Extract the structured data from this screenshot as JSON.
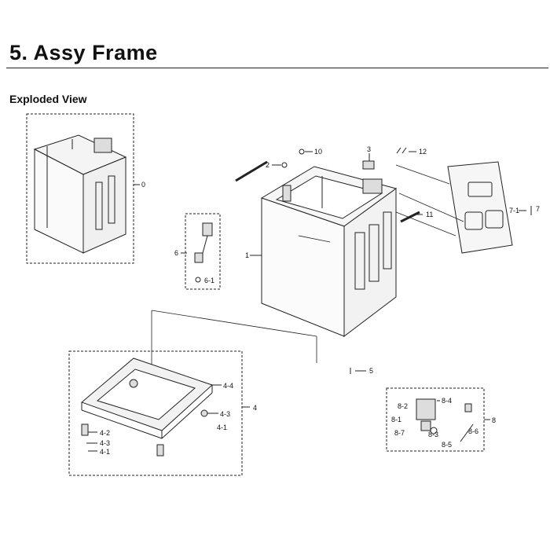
{
  "header": {
    "title": "5.  Assy Frame",
    "subtitle": "Exploded View"
  },
  "callouts": {
    "c0": "0",
    "c1": "1",
    "c2": "2",
    "c3": "3",
    "c4": "4",
    "c4_1a": "4-1",
    "c4_1b": "4-1",
    "c4_2": "4-2",
    "c4_3a": "4-3",
    "c4_3b": "4-3",
    "c4_4": "4-4",
    "c5": "5",
    "c6": "6",
    "c6_1": "6-1",
    "c7": "7",
    "c7_1": "7-1",
    "c8": "8",
    "c8_1": "8-1",
    "c8_2": "8-2",
    "c8_3": "8-3",
    "c8_4": "8-4",
    "c8_5": "8-5",
    "c8_6": "8-6",
    "c8_7": "8-7",
    "c10": "10",
    "c11": "11",
    "c12": "12"
  }
}
